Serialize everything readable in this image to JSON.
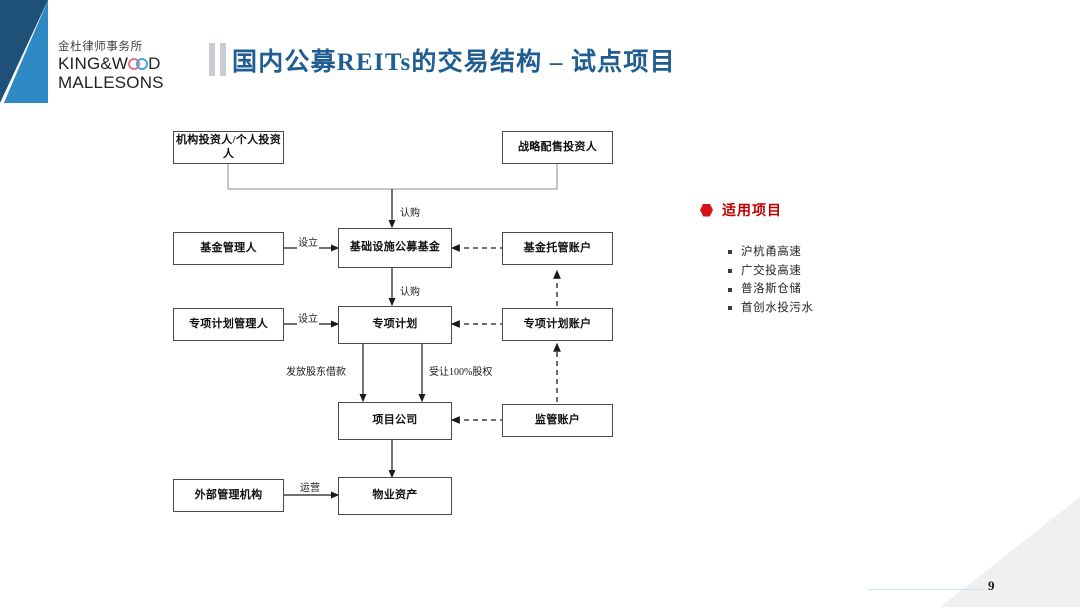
{
  "slide": {
    "page_number": "9",
    "background": "#ffffff",
    "accent_blue": "#1f5d92",
    "accent_red": "#c00000"
  },
  "logo": {
    "cn": "金杜律师事务所",
    "en_line1_a": "KING&W",
    "en_line1_b": "D",
    "en_line2": "MALLESONS",
    "ring_pink": "#e4738c",
    "ring_blue": "#4aa3d8"
  },
  "header": {
    "title": "国内公募REITs的交易结构 – 试点项目"
  },
  "diagram": {
    "nodes": {
      "institutional_investors": "机构投资人/个人投资人",
      "strategic_investors": "战略配售投资人",
      "fund_manager": "基金管理人",
      "public_reit_fund": "基础设施公募基金",
      "fund_custody_account": "基金托管账户",
      "abs_plan_manager": "专项计划管理人",
      "abs_plan": "专项计划",
      "abs_plan_account": "专项计划账户",
      "project_company": "项目公司",
      "supervision_account": "监管账户",
      "external_manager": "外部管理机构",
      "property_assets": "物业资产"
    },
    "edge_labels": {
      "subscribe_top": "认购",
      "establish_fund": "设立",
      "subscribe_mid": "认购",
      "establish_plan": "设立",
      "shareholder_loan": "发放股东借款",
      "acquire_equity": "受让100%股权",
      "operate": "运营"
    }
  },
  "panel": {
    "heading": "适用项目",
    "items": [
      "沪杭甬高速",
      "广交投高速",
      "普洛斯仓储",
      "首创水投污水"
    ]
  }
}
